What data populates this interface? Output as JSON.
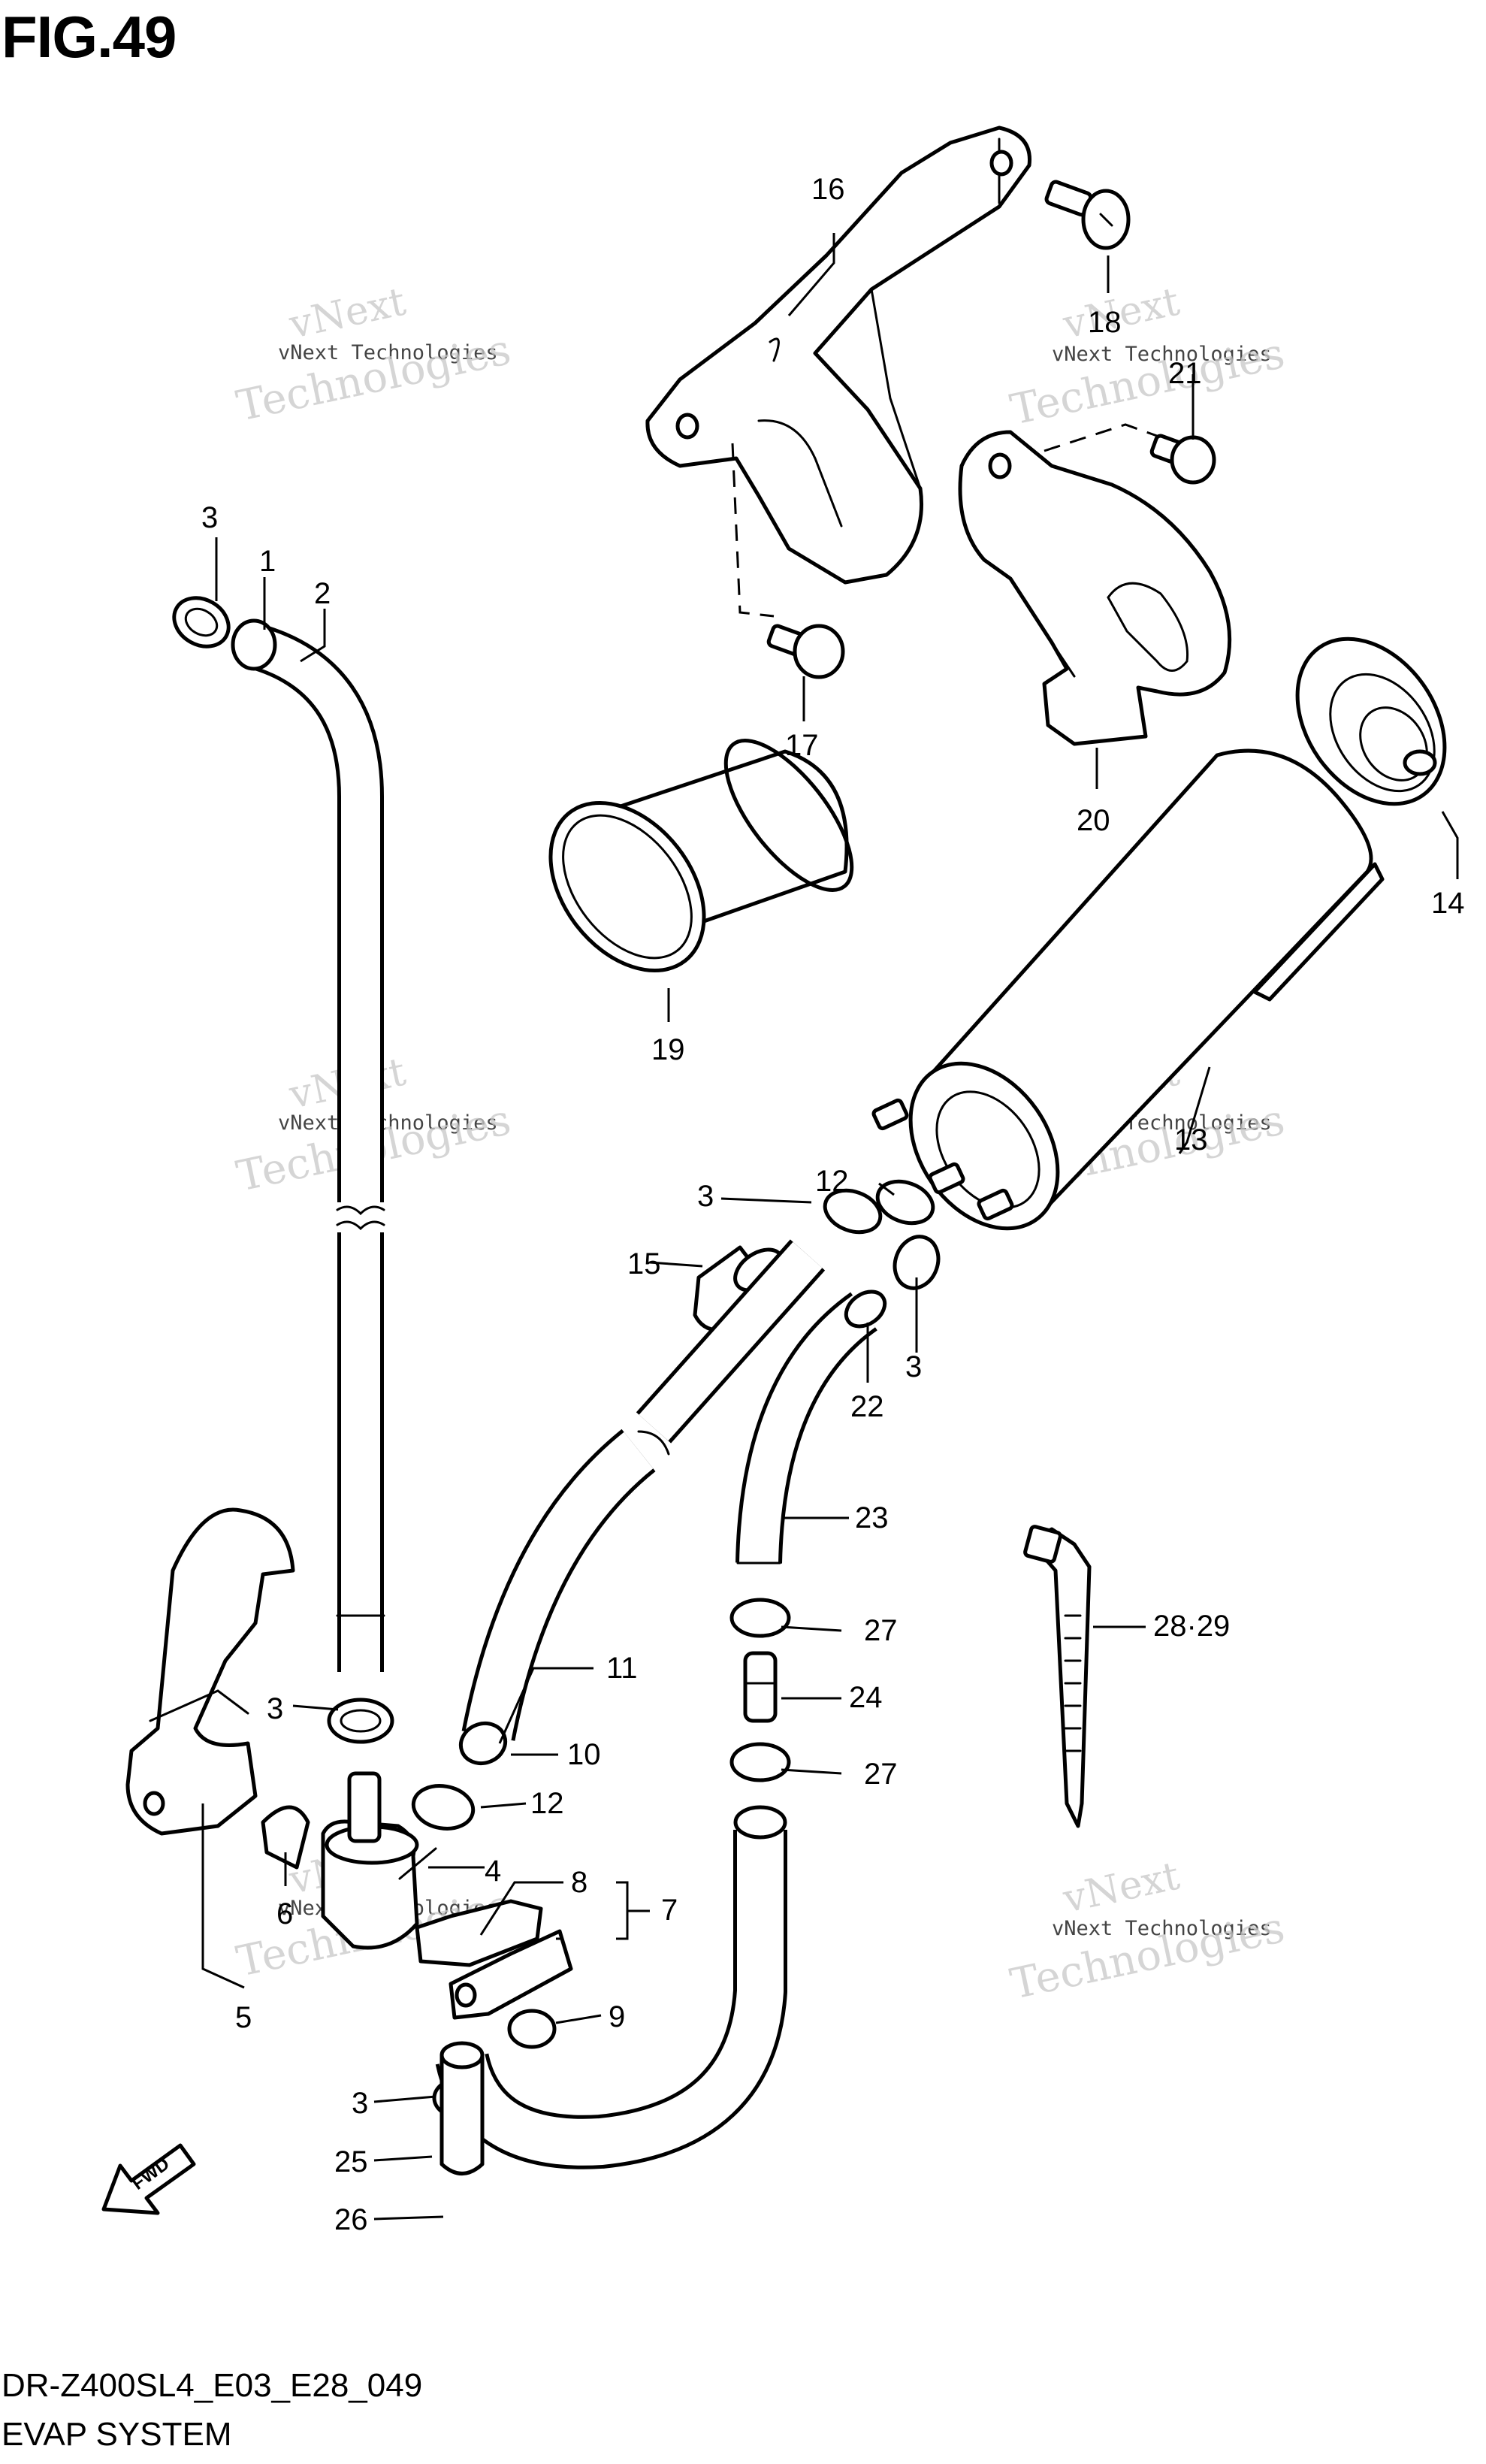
{
  "figure": {
    "title": "FIG.49",
    "code": "DR-Z400SL4_E03_E28_049",
    "name": "EVAP SYSTEM"
  },
  "fwd_label": "FWD",
  "watermark": {
    "line1": "vNext Technologies",
    "line2": "vNext",
    "line3": "Technologies"
  },
  "callouts": {
    "c1": "1",
    "c2": "2",
    "c3a": "3",
    "c3b": "3",
    "c3c": "3",
    "c3d": "3",
    "c3e": "3",
    "c4": "4",
    "c5": "5",
    "c6": "6",
    "c7": "7",
    "c8": "8",
    "c9": "9",
    "c10": "10",
    "c11": "11",
    "c12a": "12",
    "c12b": "12",
    "c13": "13",
    "c14": "14",
    "c15": "15",
    "c16": "16",
    "c17": "17",
    "c18": "18",
    "c19": "19",
    "c20": "20",
    "c21": "21",
    "c22": "22",
    "c23": "23",
    "c24": "24",
    "c25": "25",
    "c26": "26",
    "c27a": "27",
    "c27b": "27",
    "c2829": "28·29"
  }
}
